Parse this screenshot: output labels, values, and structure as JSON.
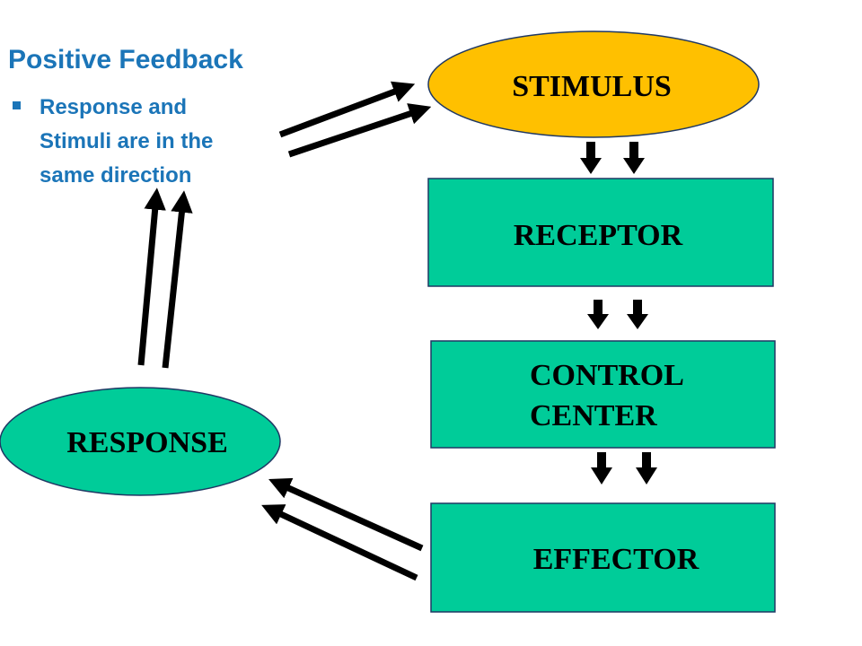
{
  "title": "Positive Feedback",
  "bullet_lines": [
    "Response and",
    "Stimuli are in the",
    "same direction"
  ],
  "nodes": {
    "stimulus": "STIMULUS",
    "receptor": "RECEPTOR",
    "control_center_line1": "CONTROL",
    "control_center_line2": "CENTER",
    "effector": "EFFECTOR",
    "response": "RESPONSE"
  },
  "colors": {
    "title": "#1b75b8",
    "oval_fill": "#ffc000",
    "box_fill": "#00cc99",
    "response_fill": "#00cc99",
    "arrow": "#000000"
  }
}
